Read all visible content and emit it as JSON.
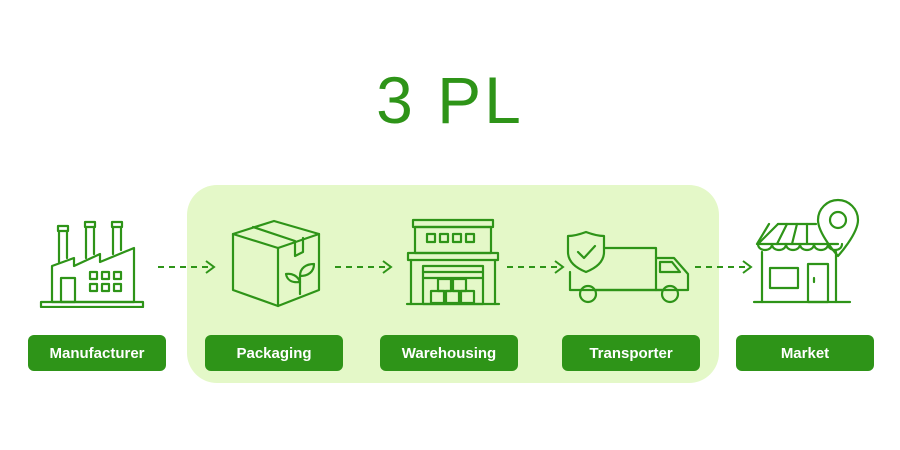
{
  "title": "3 PL",
  "steps": [
    {
      "label": "Manufacturer"
    },
    {
      "label": "Packaging"
    },
    {
      "label": "Warehousing"
    },
    {
      "label": "Transporter"
    },
    {
      "label": "Market"
    }
  ],
  "colors": {
    "accent": "#2e9418",
    "highlight": "#e4f8c8",
    "label_text": "#ffffff"
  },
  "icons": [
    "factory-icon",
    "box-icon",
    "warehouse-icon",
    "truck-icon",
    "store-icon"
  ]
}
